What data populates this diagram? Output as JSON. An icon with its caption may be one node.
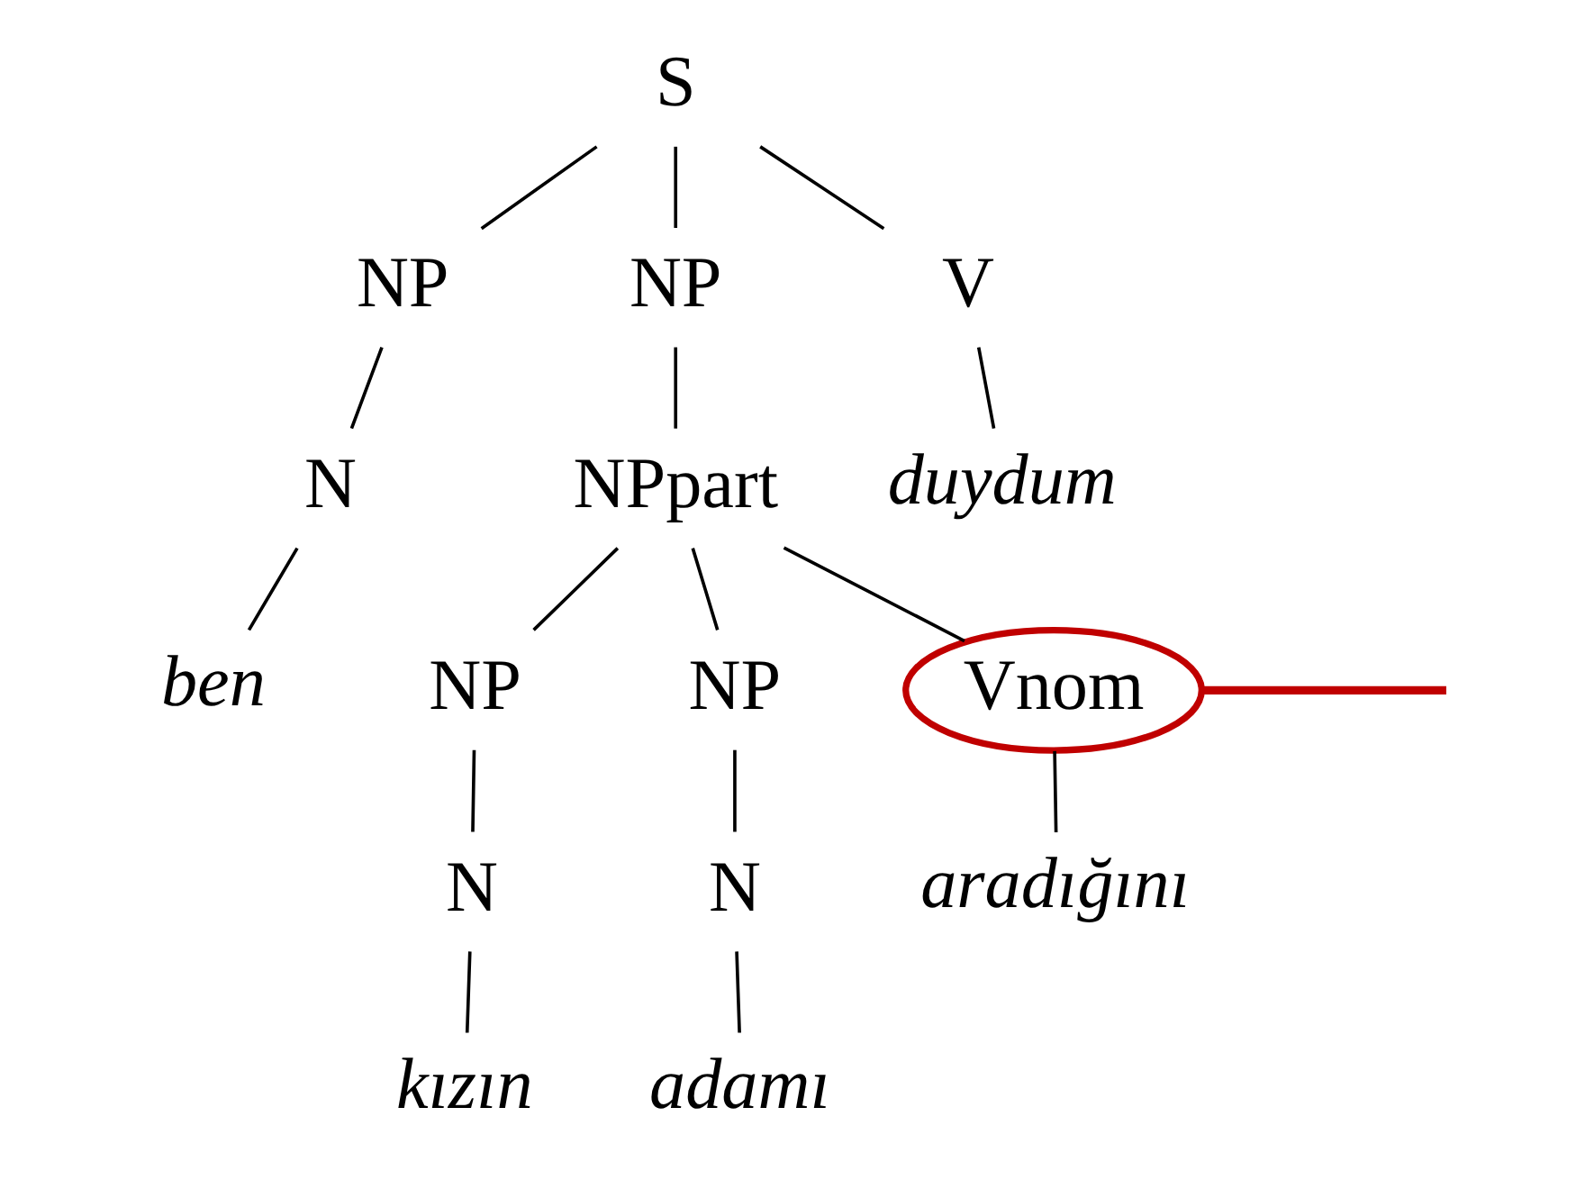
{
  "diagram": {
    "nodes": [
      {
        "text": [
          "S"
        ]
      },
      {
        "text": [
          "NP"
        ]
      },
      {
        "text": [
          "NP"
        ]
      },
      {
        "text": [
          "V"
        ]
      },
      {
        "text": [
          "N"
        ]
      },
      {
        "text": [
          "NPpart"
        ]
      },
      {
        "text": [
          "duydum"
        ]
      },
      {
        "text": [
          "ben"
        ]
      },
      {
        "text": [
          "NP"
        ]
      },
      {
        "text": [
          "NP"
        ]
      },
      {
        "text": [
          "Vnom"
        ]
      },
      {
        "text": [
          "N"
        ]
      },
      {
        "text": [
          "N"
        ]
      },
      {
        "text": [
          "aradığını"
        ]
      },
      {
        "text": [
          "kızın"
        ]
      },
      {
        "text": [
          "adamı"
        ]
      }
    ],
    "edges": [
      {
        "from": 0,
        "to": 1,
        "arrow": "none"
      },
      {
        "from": 0,
        "to": 2,
        "arrow": "none"
      },
      {
        "from": 0,
        "to": 3,
        "arrow": "none"
      },
      {
        "from": 1,
        "to": 4,
        "arrow": "none"
      },
      {
        "from": 2,
        "to": 5,
        "arrow": "none"
      },
      {
        "from": 3,
        "to": 6,
        "arrow": "none"
      },
      {
        "from": 4,
        "to": 7,
        "arrow": "none"
      },
      {
        "from": 5,
        "to": 8,
        "arrow": "none"
      },
      {
        "from": 5,
        "to": 9,
        "arrow": "none"
      },
      {
        "from": 5,
        "to": 10,
        "arrow": "none"
      },
      {
        "from": 8,
        "to": 11,
        "arrow": "none"
      },
      {
        "from": 9,
        "to": 12,
        "arrow": "none"
      },
      {
        "from": 10,
        "to": 13,
        "arrow": "none"
      },
      {
        "from": 11,
        "to": 14,
        "arrow": "none"
      },
      {
        "from": 12,
        "to": 15,
        "arrow": "none"
      },
      {
        "from": 10,
        "to": null,
        "arrow": "none",
        "style": "thick",
        "color": "#c00000"
      }
    ]
  }
}
